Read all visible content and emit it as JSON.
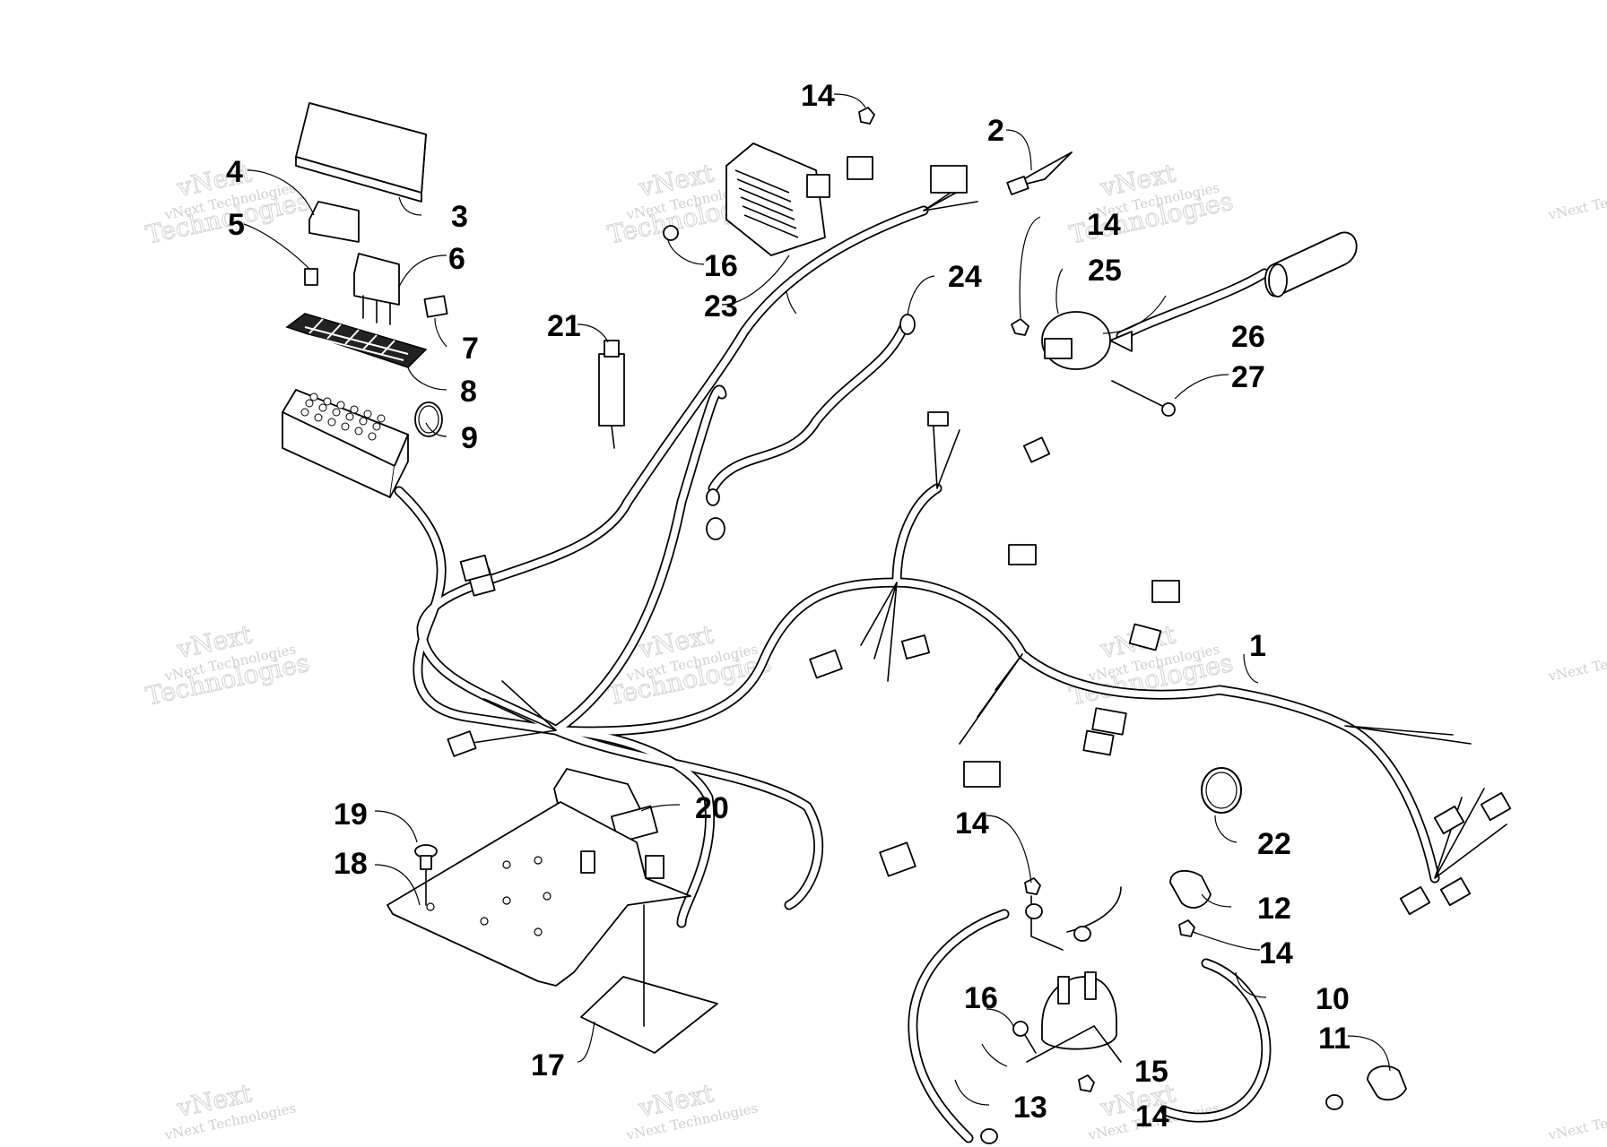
{
  "callouts": [
    "1",
    "2",
    "3",
    "4",
    "5",
    "6",
    "7",
    "8",
    "9",
    "10",
    "11",
    "12",
    "13",
    "14",
    "15",
    "16",
    "17",
    "18",
    "19",
    "20",
    "21",
    "22",
    "23",
    "24",
    "25",
    "26",
    "27"
  ],
  "repeat_callouts": {
    "fourteen": "14",
    "sixteen": "16"
  },
  "watermark": {
    "line1": "vNext Technologies",
    "line2": "vNext",
    "line3": "Technologies"
  },
  "colors": {
    "ink": "#000000",
    "paper": "#ffffff",
    "watermark": "#a8a8a8"
  }
}
